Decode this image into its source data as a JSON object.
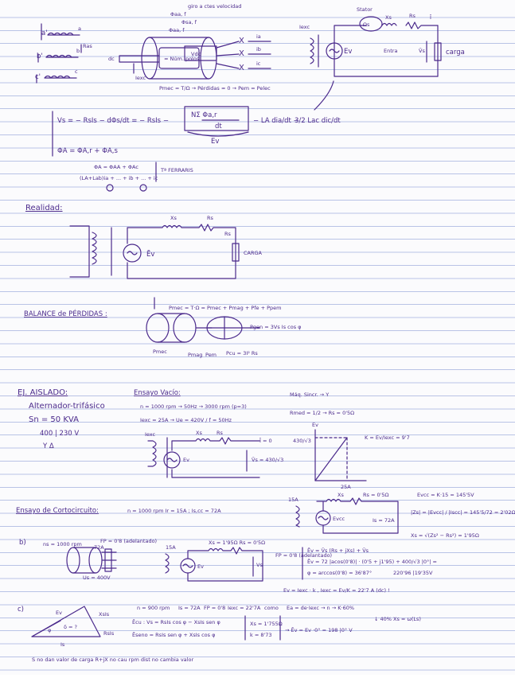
{
  "top": {
    "hand_top": "giro a ctes velocidad",
    "f_labels": [
      "Φaa, f",
      "Φsa, f",
      "Φaa, f"
    ],
    "winding_labels": [
      "a'",
      "a",
      "b'",
      "b",
      "c'",
      "c"
    ],
    "winding_top": [
      "a",
      "b",
      "c"
    ],
    "left_small": "Ras",
    "dc": "dc",
    "iexc_below": "Iexc",
    "rotor_core": "≈ Núm. polos",
    "rotor_box": "Vdc",
    "coil_x": [
      "X",
      "X",
      "X"
    ],
    "coil_sub": [
      "ia",
      "ib",
      "ic"
    ],
    "power_line": "Pmec = T/Ω → Pérdidas ≈ 0 → Pem = Pelec",
    "circuit_iexc": "Iexc",
    "stator": "Stator",
    "xs": "Xs",
    "rs": "Rs",
    "ev": "Ev",
    "i": "Ī",
    "ws": "Ωs",
    "entra": "Entra",
    "vs": "V̄s",
    "carga": "carga"
  },
  "eq": {
    "vs_lhs": "Vs = − RsIs − dΦs/dt = − RsIs −",
    "frac_num": "NΣ Φa,r",
    "frac_den": "dt",
    "la_term": "− LA dia/dt −",
    "lac_term": "3/2 Lac dic/dt",
    "ev": "Ev",
    "phi_line": "ΦA = ΦA,r + ΦA,s",
    "phi_small": "ΦA = ΦAA + ΦAc",
    "small_row": "(LA+Lab)ia + ... + ib + ... + ic",
    "tferraris": "Tª FERRARIS"
  },
  "realidad": {
    "title": "Realidad:",
    "xs": "Xs",
    "rs": "Rs",
    "ev": "Ēv",
    "rs2": "Rs",
    "carga": "CARGA"
  },
  "balance": {
    "title": "BALANCE de PÉRDIDAS :",
    "pmec": "Pmec = T·Ω = Pmec + Pmag + Pfe + Ppem",
    "pgen": "Pgen = 3Vs Is cos φ",
    "pmec2": "Pmec",
    "pmag": "Pmag",
    "pem": "Pem",
    "pcu": "Pcu = 3I² Rs"
  },
  "ej": {
    "title": "EJ. AISLADO:",
    "alt": "Alternador-trifásico",
    "sn": "Sn = 50 KVA",
    "volt": "400 | 230 V",
    "conn": "Y    Δ",
    "vacio_title": "Ensayo Vacío:",
    "vac1": "n = 1000 rpm → 50Hz → 3000 rpm (p=3)",
    "vac2": "Iexc = 25A → Ue = 420V / f = 50Hz",
    "maq": "Máq. Sincr. → Y",
    "rmed": "Rmed = 1/2 → Rs = 0'5Ω",
    "iexc": "Iexc",
    "xs": "Xs",
    "rs": "Rs",
    "i0": "Ī = 0",
    "ev": "Ev",
    "vs": "V̄s = 430/√3",
    "k": "K = Ev/Iexc = 9'7",
    "axis_y": "Ev",
    "axis_y2": "430/√3",
    "axis_x": "25A"
  },
  "cc": {
    "title": "Ensayo de Cortocircuito:",
    "vals": "n = 1000 rpm   Ir = 15A ;  Is,cc = 72A",
    "evcc_lbl": "Evcc",
    "fa": "15A",
    "xs": "Xs",
    "rs": "Rs = 0'5Ω",
    "is": "Is = 72A",
    "evcc": "Evcc = K·15 = 145'5V",
    "zs": "|Zs| = |Evcc| / |Iscc| = 145'5/72 = 2'02Ω",
    "xs_res": "Xs = √(Zs² − Rs²) = 1'95Ω"
  },
  "b": {
    "label": "b)",
    "ns": "ns = 1000 rpm",
    "fp": "FP = 0'8 (adelantado)",
    "i72": "72A",
    "us": "Us = 400V",
    "fa": "15A",
    "xs_rs": "Xs = 1'95Ω  Rs = 0'5Ω",
    "fp2": "FP = 0'8 (adelantado)",
    "ev": "Ev",
    "vs": "Vs",
    "e1": "Ēv = V̄s (Rs + jXs) + V̄s",
    "e2": "Ēv = 72 |acos(0'8)| · (0'5 + j1'95) + 400/√3 |0°| =",
    "e3": "φ = arccos(0'8) = 36'87°",
    "e4": "220'96 |19'35V",
    "e5": "Ev = Iexc · k ,  Iexc = Ev/K = 22'7 A (dc) !"
  },
  "c": {
    "label": "c)",
    "ev": "Ev",
    "xsis": "XsIs",
    "delta": "δ = ?",
    "phi": "φ",
    "rs_is": "RsIs",
    "is": "Is",
    "n": "n = 900 rpm",
    "is72": "Is = 72A",
    "fp": "FP = 0'8",
    "iexc": "Iexc = 22'7A",
    "como": "como",
    "ea": "Ea = de·Iexc → n → K·60%",
    "pct": "↓ 40% Xs = ω(Ls)",
    "ecu": "Ēcu : Vs = RsIs cos φ − XsIs sen φ",
    "eseno": "Ēseno = RsIs sen φ + XsIs cos φ",
    "xs_val": "Xs = 1'755Ω",
    "k_val": "k = 8'73",
    "res": "→ Ēv = Ev ·0° = 198 |0° V",
    "last": "S no dan valor de carga R+jX no cau rpm dist no cambia valor"
  }
}
